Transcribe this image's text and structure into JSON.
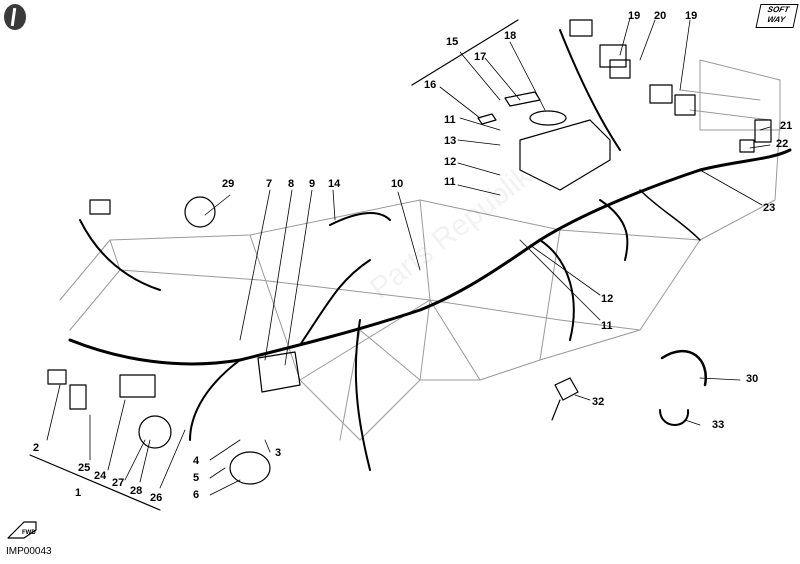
{
  "figure_code": "IMP00043",
  "logo_text": "SOFT WAY",
  "fwd_arrow_text": "FWD",
  "watermark_text": "Parts Republik",
  "callouts": [
    {
      "id": "c1",
      "text": "1"
    },
    {
      "id": "c2",
      "text": "2"
    },
    {
      "id": "c3",
      "text": "3"
    },
    {
      "id": "c4",
      "text": "4"
    },
    {
      "id": "c5",
      "text": "5"
    },
    {
      "id": "c6",
      "text": "6"
    },
    {
      "id": "c7",
      "text": "7"
    },
    {
      "id": "c8",
      "text": "8"
    },
    {
      "id": "c9",
      "text": "9"
    },
    {
      "id": "c10",
      "text": "10"
    },
    {
      "id": "c11a",
      "text": "11"
    },
    {
      "id": "c11b",
      "text": "11"
    },
    {
      "id": "c11c",
      "text": "11"
    },
    {
      "id": "c12a",
      "text": "12"
    },
    {
      "id": "c12b",
      "text": "12"
    },
    {
      "id": "c13",
      "text": "13"
    },
    {
      "id": "c14",
      "text": "14"
    },
    {
      "id": "c15",
      "text": "15"
    },
    {
      "id": "c16",
      "text": "16"
    },
    {
      "id": "c17",
      "text": "17"
    },
    {
      "id": "c18",
      "text": "18"
    },
    {
      "id": "c19a",
      "text": "19"
    },
    {
      "id": "c19b",
      "text": "19"
    },
    {
      "id": "c20",
      "text": "20"
    },
    {
      "id": "c21",
      "text": "21"
    },
    {
      "id": "c22",
      "text": "22"
    },
    {
      "id": "c23",
      "text": "23"
    },
    {
      "id": "c24",
      "text": "24"
    },
    {
      "id": "c25",
      "text": "25"
    },
    {
      "id": "c26",
      "text": "26"
    },
    {
      "id": "c27",
      "text": "27"
    },
    {
      "id": "c28",
      "text": "28"
    },
    {
      "id": "c29",
      "text": "29"
    },
    {
      "id": "c30",
      "text": "30"
    },
    {
      "id": "c32",
      "text": "32"
    },
    {
      "id": "c33",
      "text": "33"
    }
  ]
}
